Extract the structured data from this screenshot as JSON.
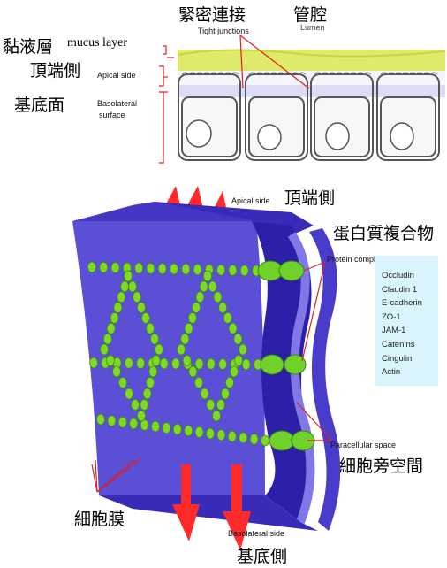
{
  "top": {
    "mucus_cjk": "黏液層",
    "mucus_en": "mucus layer",
    "tight_junction_cjk": "緊密連接",
    "lumen_cjk": "管腔",
    "tight_junctions_en": "Tight junctions",
    "lumen_en": "Lumen",
    "apical_cjk": "頂端側",
    "apical_en": "Apical side",
    "basolateral_cjk": "基底面",
    "basolateral_en_1": "Basolateral",
    "basolateral_en_2": "surface"
  },
  "bottom": {
    "apical_side_en": "Apical side",
    "apical_cjk": "頂端側",
    "protein_complex_cjk": "蛋白質複合物",
    "protein_complex_en": "Protein complex",
    "proteins": [
      "Occludin",
      "Claudin 1",
      "E-cadherin",
      "ZO-1",
      "JAM-1",
      "Catenins",
      "Cingulin",
      "Actin"
    ],
    "paracellular_en": "Paracellular space",
    "paracellular_cjk": "細胞旁空間",
    "membrane_cjk": "細胞膜",
    "basolateral_side_en": "Basolateral side",
    "basolateral_cjk": "基底側"
  },
  "colors": {
    "mucus": "#dfe96a",
    "membrane": "#5b4fd6",
    "membrane_dark": "#2e1fa8",
    "arrow": "#ff2a2a",
    "bead": "#7fd826",
    "leader_line": "#e02020",
    "protein_box": "#d9f4fb"
  }
}
